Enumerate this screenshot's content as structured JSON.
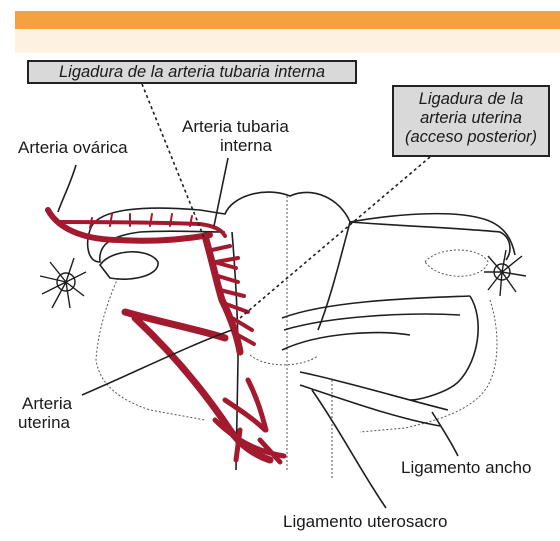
{
  "labels": {
    "tubal_ligation": "Ligadura de la arteria tubaria interna",
    "uterine_ligation": [
      "Ligadura de la",
      "arteria uterina",
      "(acceso posterior)"
    ],
    "ovarian_artery": "Arteria ovárica",
    "tubal_artery": [
      "Arteria tubaria",
      "interna"
    ],
    "uterine_artery": [
      "Arteria",
      "uterina"
    ],
    "broad_ligament": "Ligamento ancho",
    "uterosacral_ligament": "Ligamento uterosacro"
  },
  "colors": {
    "header_orange": "#f3a23f",
    "header_cream": "#fdf1e2",
    "artery_red": "#a31a2e",
    "outline": "#1f1f1f",
    "label_box": "#d9d9d9"
  },
  "icons": [
    "left-ovary-icon",
    "right-ovary-icon"
  ]
}
